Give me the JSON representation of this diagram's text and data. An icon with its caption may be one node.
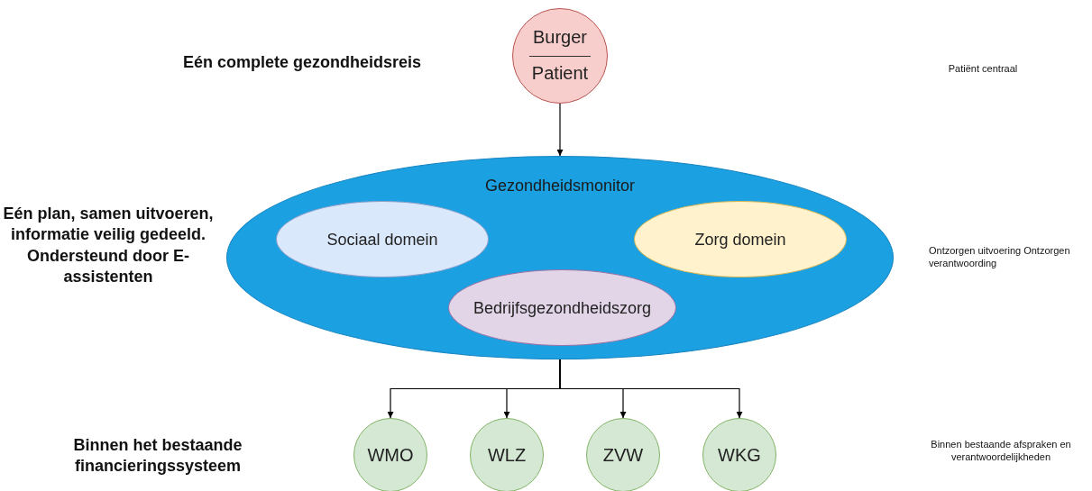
{
  "diagram": {
    "nodes": [
      {
        "text": [
          "Burger",
          "Patient"
        ]
      },
      {
        "text": [
          "Gezondheidsmonitor"
        ]
      },
      {
        "text": [
          "Sociaal domein"
        ],
        "in": 1
      },
      {
        "text": [
          "Zorg domein"
        ],
        "in": 1
      },
      {
        "text": [
          "Bedrijfsgezondheidszorg"
        ],
        "in": 1
      },
      {
        "text": [
          "WMO"
        ]
      },
      {
        "text": [
          "WLZ"
        ]
      },
      {
        "text": [
          "ZVW"
        ]
      },
      {
        "text": [
          "WKG"
        ]
      }
    ],
    "edges": [
      {
        "from": 0,
        "to": 1,
        "arrow": "to"
      },
      {
        "from": 1,
        "to": 5,
        "arrow": "to"
      },
      {
        "from": 1,
        "to": 6,
        "arrow": "to"
      },
      {
        "from": 1,
        "to": 7,
        "arrow": "to"
      },
      {
        "from": 1,
        "to": 8,
        "arrow": "to"
      }
    ],
    "labels": [
      "Eén complete gezondheidsreis",
      "Patiënt centraal",
      "Eén plan, samen uitvoeren, informatie veilig gedeeld. Ondersteund door E-assistenten",
      "Ontzorgen uitvoering Ontzorgen verantwoording",
      "Binnen het bestaande financieringssysteem",
      "Binnen bestaande afspraken en verantwoordelijkheden"
    ]
  }
}
